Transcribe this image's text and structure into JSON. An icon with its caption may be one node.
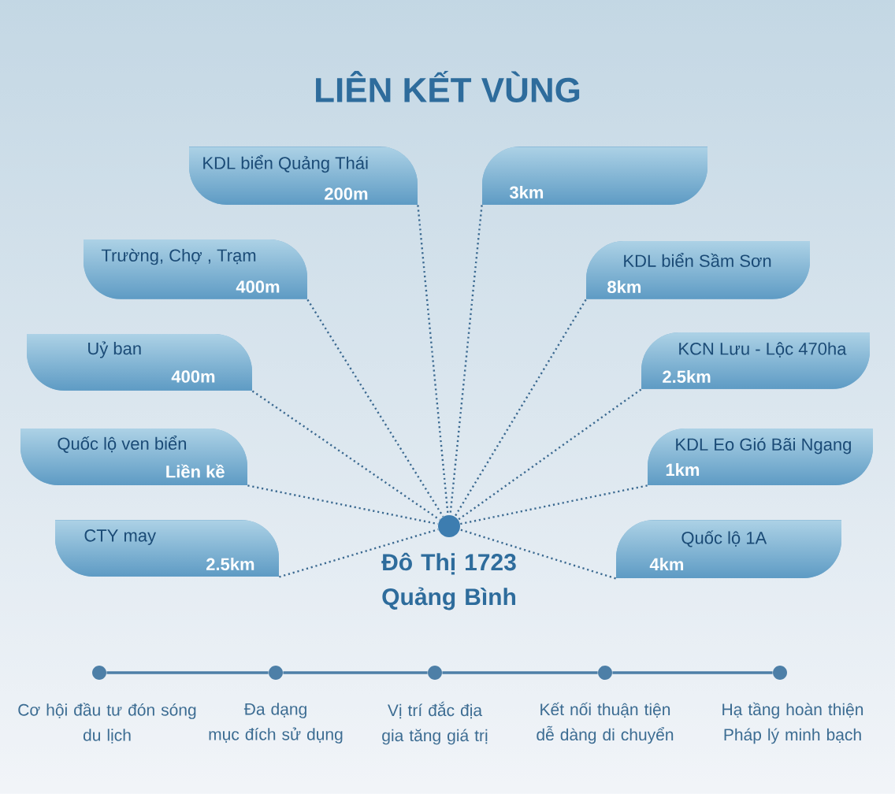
{
  "diagram": {
    "title": "LIÊN KẾT VÙNG",
    "nodes": [
      {
        "text": [
          "KDL biển Quảng Thái",
          "200m"
        ]
      },
      {
        "text": [
          "3km"
        ]
      },
      {
        "text": [
          "Trường, Chợ , Trạm",
          "400m"
        ]
      },
      {
        "text": [
          "KDL biển Sầm Sơn",
          "8km"
        ]
      },
      {
        "text": [
          "Uỷ ban",
          "400m"
        ]
      },
      {
        "text": [
          "KCN Lưu - Lộc 470ha",
          "2.5km"
        ]
      },
      {
        "text": [
          "Quốc lộ ven biển",
          "Liền kề"
        ]
      },
      {
        "text": [
          "KDL Eo Gió Bãi Ngang",
          "1km"
        ]
      },
      {
        "text": [
          "CTY may",
          "2.5km"
        ]
      },
      {
        "text": [
          "Quốc lộ 1A",
          "4km"
        ]
      },
      {
        "text": [],
        "shape": "circle",
        "beside": [
          "Đô Thị 1723 Quảng Bình"
        ]
      },
      {
        "text": [],
        "shape": "circle",
        "beside": [
          "Cơ hội đầu tư đón sóng du lịch"
        ]
      },
      {
        "text": [],
        "shape": "circle",
        "beside": [
          "Đa dạng mục đích sử dụng"
        ]
      },
      {
        "text": [],
        "shape": "circle",
        "beside": [
          "Vị trí đắc địa gia tăng giá trị"
        ]
      },
      {
        "text": [],
        "shape": "circle",
        "beside": [
          "Kết nối thuận tiện dễ dàng di chuyển"
        ]
      },
      {
        "text": [],
        "shape": "circle",
        "beside": [
          "Hạ tầng hoàn thiện Pháp lý minh bạch"
        ]
      }
    ],
    "edges": [
      {
        "from": 0,
        "to": 10,
        "arrow": "none",
        "style": "dashed"
      },
      {
        "from": 1,
        "to": 10,
        "arrow": "none",
        "style": "dashed"
      },
      {
        "from": 2,
        "to": 10,
        "arrow": "none",
        "style": "dashed"
      },
      {
        "from": 3,
        "to": 10,
        "arrow": "none",
        "style": "dashed"
      },
      {
        "from": 4,
        "to": 10,
        "arrow": "none",
        "style": "dashed"
      },
      {
        "from": 5,
        "to": 10,
        "arrow": "none",
        "style": "dashed"
      },
      {
        "from": 6,
        "to": 10,
        "arrow": "none",
        "style": "dashed"
      },
      {
        "from": 7,
        "to": 10,
        "arrow": "none",
        "style": "dashed"
      },
      {
        "from": 8,
        "to": 10,
        "arrow": "none",
        "style": "dashed"
      },
      {
        "from": 9,
        "to": 10,
        "arrow": "none",
        "style": "dashed"
      },
      {
        "from": 11,
        "to": 12,
        "arrow": "none"
      },
      {
        "from": 12,
        "to": 13,
        "arrow": "none"
      },
      {
        "from": 13,
        "to": 14,
        "arrow": "none"
      },
      {
        "from": 14,
        "to": 15,
        "arrow": "none"
      }
    ]
  }
}
